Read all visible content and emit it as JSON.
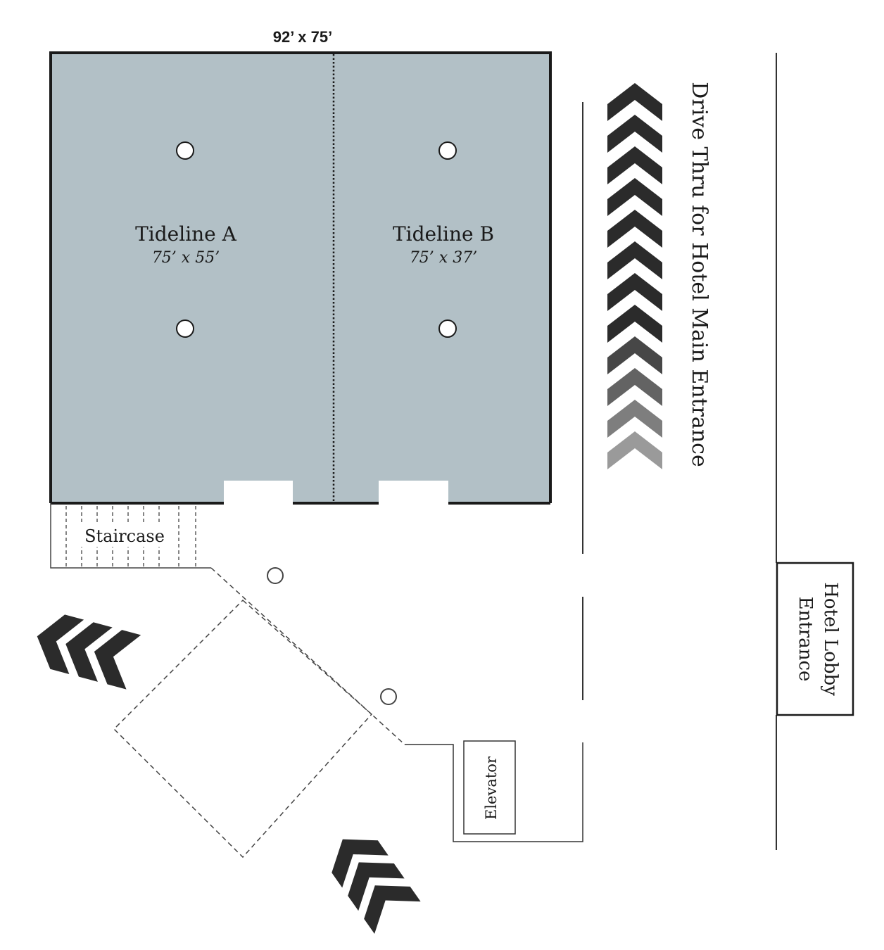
{
  "overall_dimensions": "92’ x 75’",
  "rooms": [
    {
      "name": "Tideline A",
      "dimensions": "75’ x 55’"
    },
    {
      "name": "Tideline B",
      "dimensions": "75’ x 37’"
    }
  ],
  "labels": {
    "staircase": "Staircase",
    "elevator": "Elevator",
    "drive_thru": "Drive Thru for Hotel Main Entrance",
    "lobby_line1": "Hotel Lobby",
    "lobby_line2": "Entrance"
  },
  "colors": {
    "room_fill": "#b2c0c6",
    "line": "#1a1a1a",
    "arrow_dark": "#2b2b2b",
    "arrow_light": "#9a9a9a"
  },
  "icons": {
    "column": "circle-column-icon",
    "direction": "chevron-arrow-icon"
  }
}
